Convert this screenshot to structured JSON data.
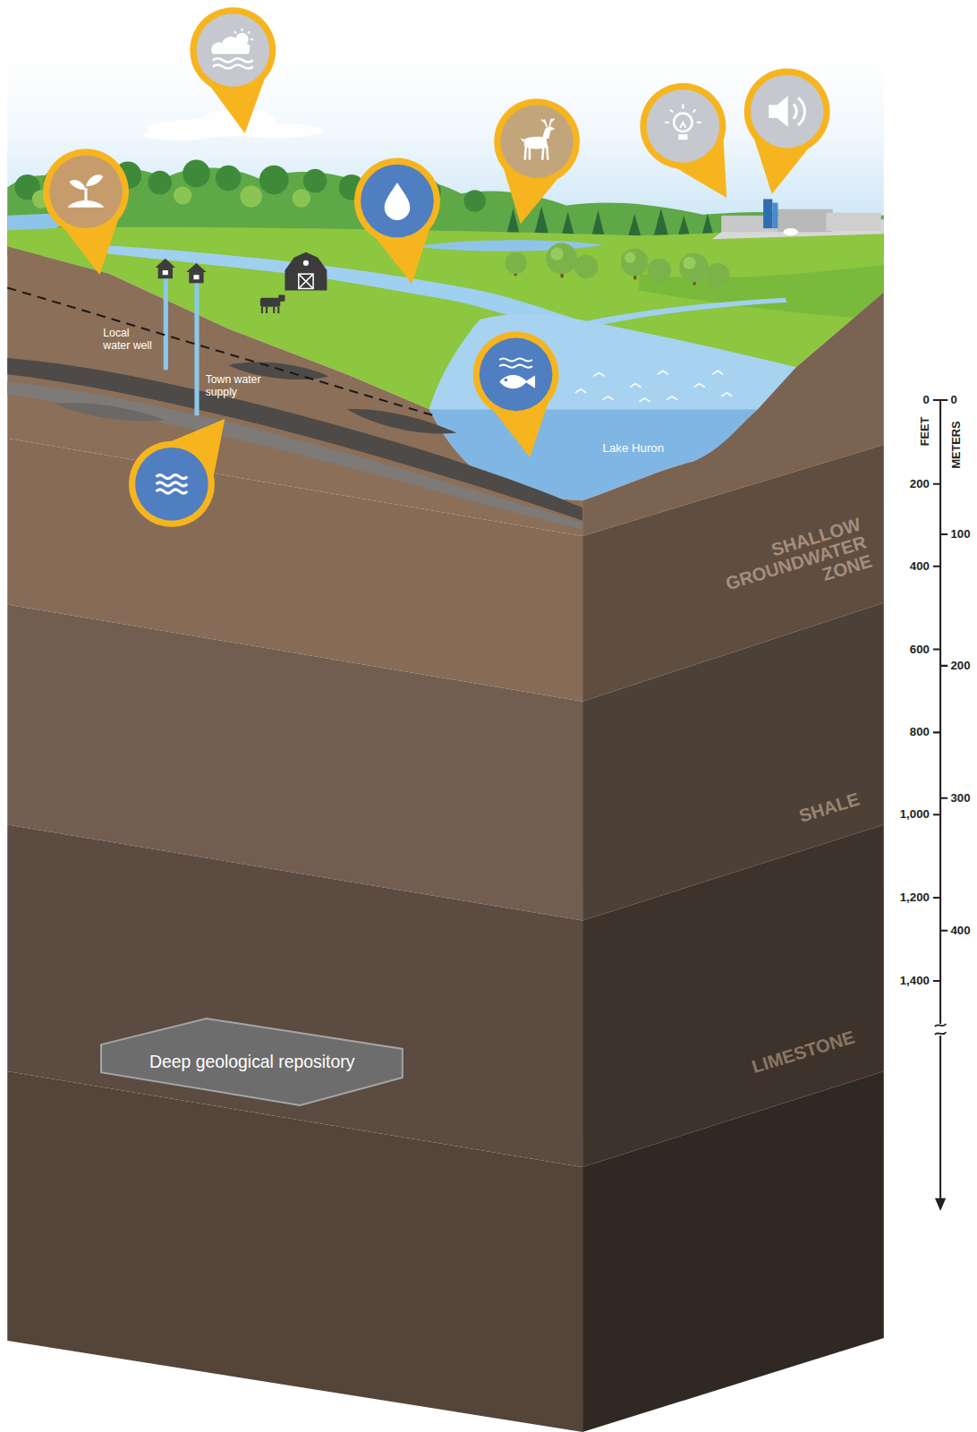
{
  "diagram": {
    "nodes": [
      {
        "text": [
          "Deep geological repository"
        ]
      }
    ],
    "labels": [
      "Local water well",
      "Town water supply",
      "Lake Huron",
      "SHALLOW GROUNDWATER ZONE",
      "SHALE",
      "LIMESTONE",
      "FEET",
      "METERS",
      "0",
      "200",
      "400",
      "600",
      "800",
      "1,000",
      "1,200",
      "1,400",
      "0",
      "100",
      "200",
      "300",
      "400"
    ]
  }
}
